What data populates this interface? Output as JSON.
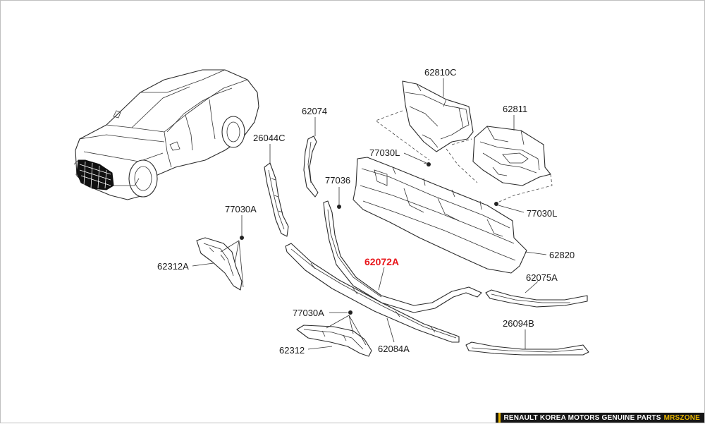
{
  "labels": {
    "p62810C": "62810C",
    "p62811": "62811",
    "p62074": "62074",
    "p26044C": "26044C",
    "p77030L_top": "77030L",
    "p77036": "77036",
    "p77030L_right": "77030L",
    "p77030A_left": "77030A",
    "p62312A": "62312A",
    "p62820": "62820",
    "p62072A": "62072A",
    "p62075A": "62075A",
    "p77030A_bottom": "77030A",
    "p26094B": "26094B",
    "p62312": "62312",
    "p62084A": "62084A"
  },
  "colors": {
    "highlight": "#e8161b",
    "footer_bg": "#161616",
    "footer_accent": "#e7b400"
  },
  "footer": {
    "text": "RENAULT KOREA MOTORS GENUINE PARTS",
    "brand": "MRSZONE"
  }
}
